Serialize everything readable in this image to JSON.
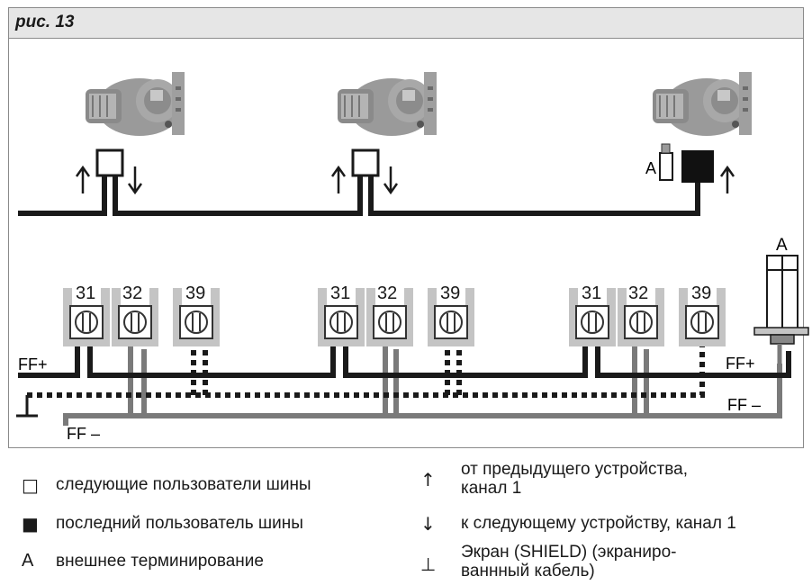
{
  "figure": {
    "title": "рис. 13",
    "label_a": "A",
    "terminals": [
      "31",
      "32",
      "39"
    ],
    "ff_plus": "FF+",
    "ff_minus": "FF –"
  },
  "legend": [
    {
      "symbol": "□",
      "text": "следующие пользователи шины"
    },
    {
      "symbol": "■",
      "text": "последний пользователь шины"
    },
    {
      "symbol": "A",
      "text": "внешнее терминирование"
    },
    {
      "symbol": "↑",
      "text": "от предыдущего устройства, канал 1"
    },
    {
      "symbol": "↓",
      "text": "к следующему устройству, канал 1"
    },
    {
      "symbol": "⊥",
      "text": "Экран (SHIELD) (экраниро-ваннный кабель)"
    }
  ]
}
